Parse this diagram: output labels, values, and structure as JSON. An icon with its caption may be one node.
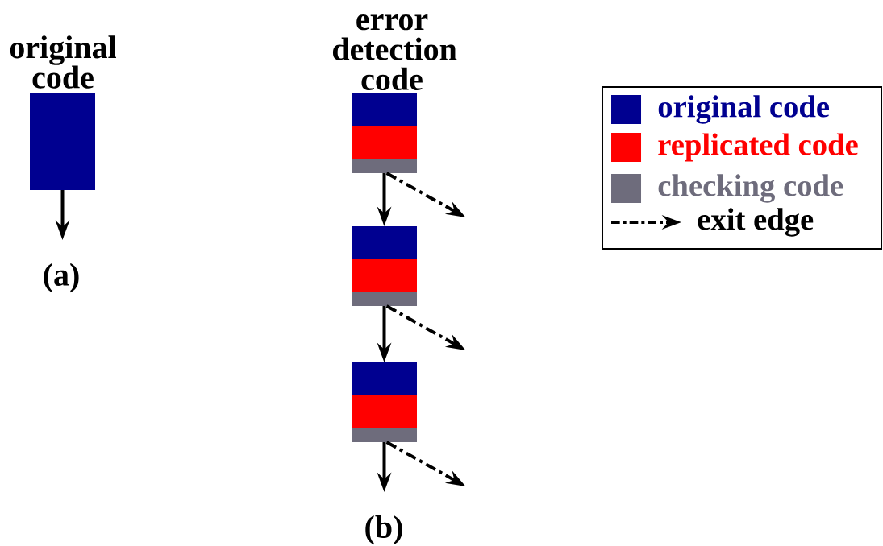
{
  "diagram": {
    "nodes": [
      {
        "text": [
          "original code"
        ]
      },
      {
        "text": [
          "error detection code"
        ]
      },
      {
        "text": [],
        "shape": "box"
      },
      {
        "text": [],
        "shape": "box"
      }
    ],
    "edges": [
      {
        "from": 0,
        "to": null,
        "arrow": "to"
      },
      {
        "from": 1,
        "to": 2,
        "arrow": "to"
      },
      {
        "from": 1,
        "to": null,
        "arrow": "to",
        "style": "dashed"
      },
      {
        "from": 2,
        "to": 3,
        "arrow": "to"
      },
      {
        "from": 2,
        "to": null,
        "arrow": "to",
        "style": "dashed"
      },
      {
        "from": 3,
        "to": null,
        "arrow": "to"
      },
      {
        "from": 3,
        "to": null,
        "arrow": "to",
        "style": "dashed"
      }
    ],
    "labels": [
      "(a)",
      "(b)"
    ],
    "legend": [
      {
        "text": "original code",
        "color": "#000090"
      },
      {
        "text": "replicated code",
        "color": "#ff0000"
      },
      {
        "text": "checking code",
        "color": "#6e6c7c"
      },
      {
        "text": "exit edge"
      }
    ]
  }
}
